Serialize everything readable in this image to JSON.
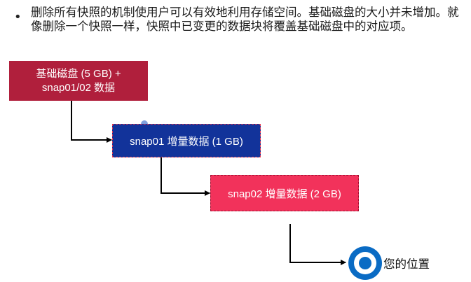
{
  "bullet": {
    "text": "删除所有快照的机制使用户可以有效地利用存储空间。基础磁盘的大小并未增加。就像删除一个快照一样，快照中已变更的数据块将覆盖基础磁盘中的对应项。"
  },
  "boxes": {
    "base_line1": "基础磁盘 (5 GB) +",
    "base_line2": "snap01/02 数据",
    "snap01": "snap01 增量数据 (1 GB)",
    "snap02": "snap02 增量数据 (2 GB)"
  },
  "location": {
    "label": "您的位置",
    "icon": "target-icon"
  },
  "colors": {
    "base": "#b01f3c",
    "snap01": "#12339a",
    "snap02": "#f2325b",
    "target": "#0a6bc4"
  }
}
